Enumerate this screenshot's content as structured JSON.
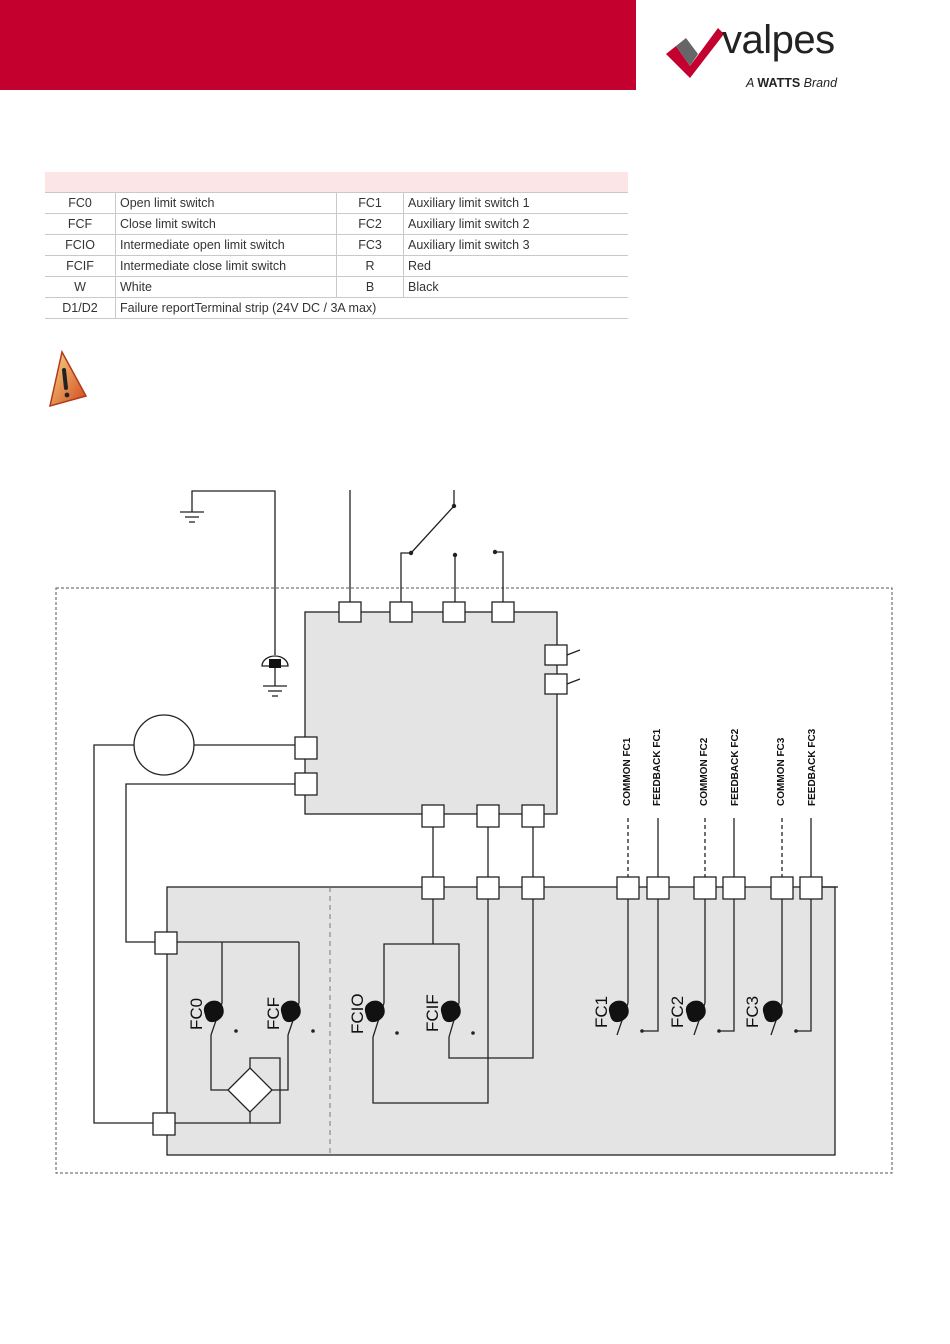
{
  "brand": {
    "name": "valpes",
    "tagline_prefix": "A",
    "tagline_brand": "WATTS",
    "tagline_suffix": "Brand",
    "colors": {
      "header_band": "#c4002f",
      "logo_red": "#c4002f",
      "logo_dark": "#555555"
    }
  },
  "legend": {
    "rows": [
      {
        "code1": "FC0",
        "desc1": "Open limit switch",
        "code2": "FC1",
        "desc2": "Auxiliary limit switch 1"
      },
      {
        "code1": "FCF",
        "desc1": "Close limit switch",
        "code2": "FC2",
        "desc2": "Auxiliary limit switch 2"
      },
      {
        "code1": "FCIO",
        "desc1": "Intermediate open limit switch",
        "code2": "FC3",
        "desc2": "Auxiliary limit switch 3"
      },
      {
        "code1": "FCIF",
        "desc1": "Intermediate close limit switch",
        "code2": "R",
        "desc2": "Red"
      },
      {
        "code1": "W",
        "desc1": "White",
        "code2": "B",
        "desc2": "Black"
      }
    ],
    "last_row": {
      "code": "D1/D2",
      "desc": "Failure reportTerminal strip (24V DC / 3A max)"
    }
  },
  "warning_icon": "warning-triangle-icon",
  "diagram": {
    "aux_labels": [
      "COMMON FC1",
      "FEEDBACK FC1",
      "COMMON FC2",
      "FEEDBACK FC2",
      "COMMON FC3",
      "FEEDBACK FC3"
    ],
    "switch_labels": [
      "FC0",
      "FCF",
      "FCIO",
      "FCIF",
      "FC1",
      "FC2",
      "FC3"
    ]
  }
}
